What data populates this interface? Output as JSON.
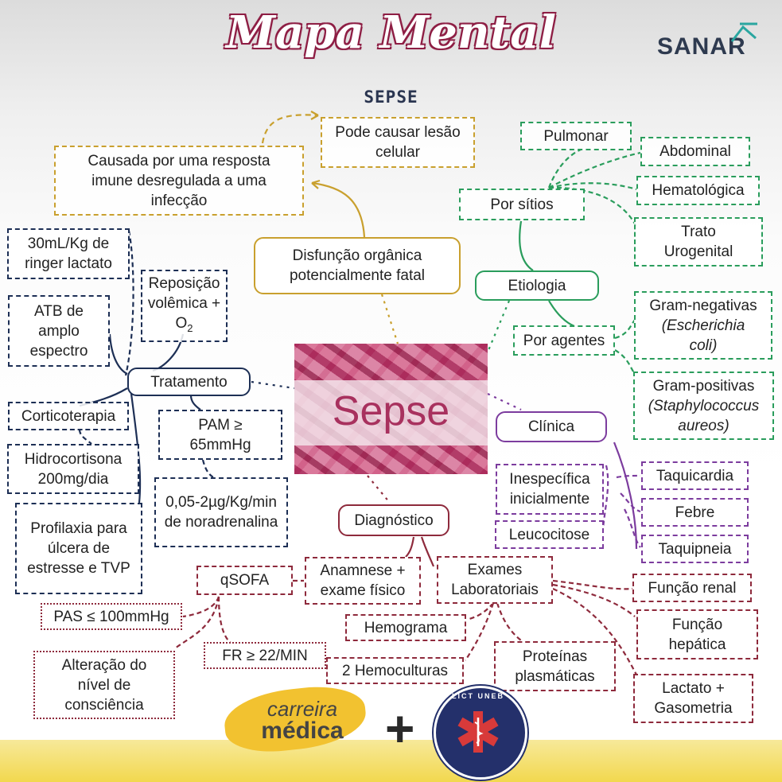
{
  "header": {
    "title": "Mapa Mental",
    "subtitle": "SEPSE",
    "brand": "SANAR"
  },
  "center": {
    "label": "Sepse"
  },
  "definition": {
    "main": "Disfunção orgânica potencialmente fatal",
    "cause": "Causada por uma resposta imune desregulada a uma infecção",
    "effect": "Pode causar lesão celular"
  },
  "etiologia": {
    "label": "Etiologia",
    "sitios": {
      "label": "Por sítios",
      "items": [
        "Pulmonar",
        "Abdominal",
        "Hematológica",
        "Trato Urogenital"
      ]
    },
    "agentes": {
      "label": "Por agentes",
      "gram_neg": "Gram-negativas",
      "gram_neg_ex": "(Escherichia coli)",
      "gram_pos": "Gram-positivas",
      "gram_pos_ex": "(Staphylococcus aureos)"
    }
  },
  "clinica": {
    "label": "Clínica",
    "inespecifica": "Inespecífica inicialmente",
    "leucocitose": "Leucocitose",
    "signs": [
      "Taquicardia",
      "Febre",
      "Taquipneia"
    ]
  },
  "tratamento": {
    "label": "Tratamento",
    "reposicao": "Reposição volêmica +",
    "reposicao_o2": "O",
    "reposicao_o2_sub": "2",
    "ringer": "30mL/Kg de ringer lactato",
    "atb": "ATB de amplo espectro",
    "corticoterapia": "Corticoterapia",
    "hidrocortisona": "Hidrocortisona 200mg/dia",
    "profilaxia": "Profilaxia para úlcera de estresse e TVP",
    "pam": "PAM ≥ 65mmHg",
    "noradrenalina": "0,05-2µg/Kg/min de noradrenalina"
  },
  "diagnostico": {
    "label": "Diagnóstico",
    "anamnese": "Anamnese + exame físico",
    "qsofa": {
      "label": "qSOFA",
      "items": [
        "PAS ≤ 100mmHg",
        "FR ≥ 22/MIN",
        "Alteração do nível de consciência"
      ]
    },
    "exames": {
      "label": "Exames Laboratoriais",
      "items": [
        "Hemograma",
        "2 Hemoculturas",
        "Proteínas plasmáticas",
        "Função renal",
        "Função hepática",
        "Lactato + Gasometria"
      ]
    }
  },
  "footer": {
    "carreira_line1": "carreira",
    "carreira_line2": "médica",
    "plus": "+",
    "badge_text": "LICT UNEB"
  },
  "colors": {
    "gold": "#c9a02e",
    "green": "#2a9d5c",
    "navy": "#1d2f55",
    "purple": "#7c3c9e",
    "red": "#8e2a3c",
    "title_outline": "#8e1f45"
  }
}
